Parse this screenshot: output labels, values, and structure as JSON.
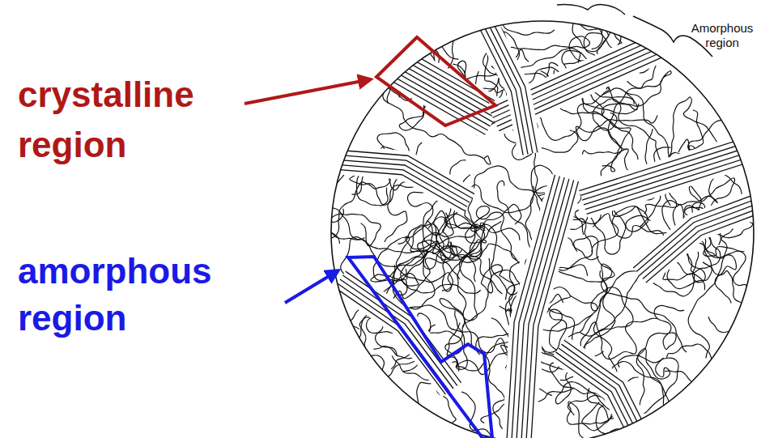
{
  "diagram": {
    "labels": [
      "crystalline region",
      "amorphous region",
      "Amorphous region"
    ]
  }
}
